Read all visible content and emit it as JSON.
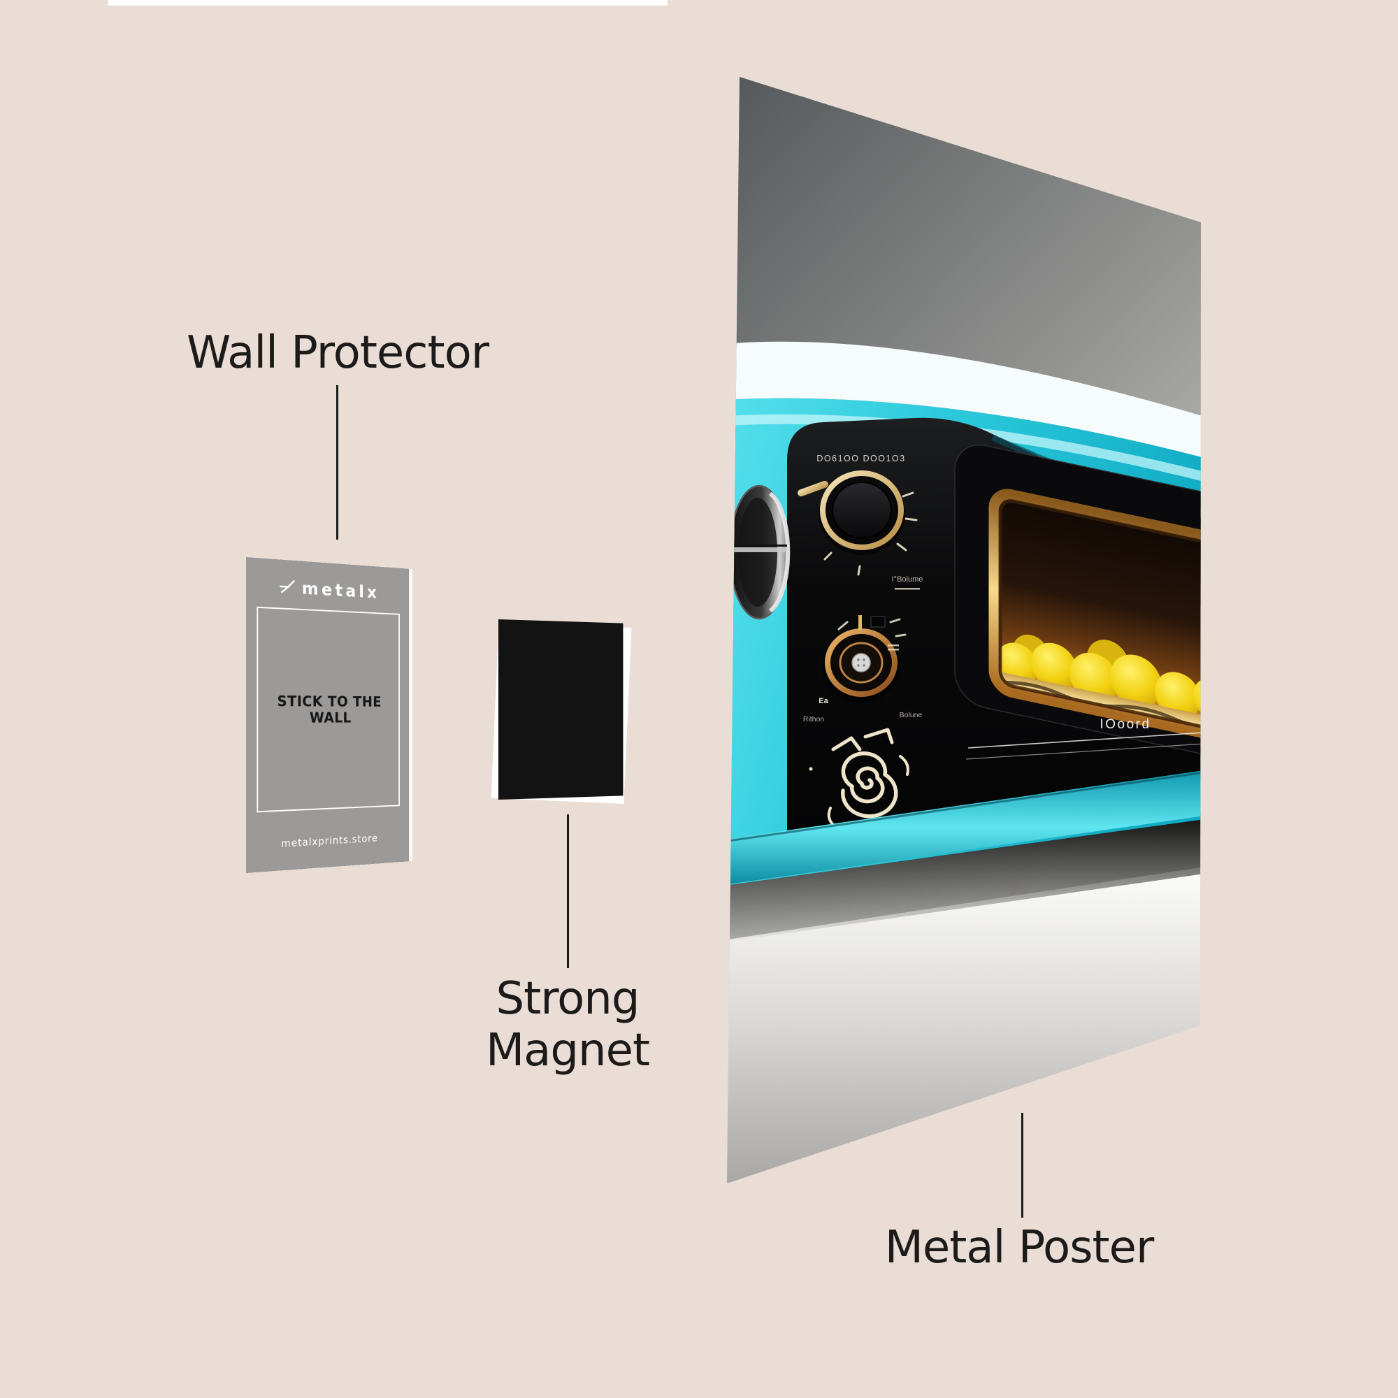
{
  "canvas": {
    "background": "#e9ddd5",
    "top_strip_color": "#ffffff"
  },
  "annotations": {
    "wall_protector": "Wall Protector",
    "strong_magnet": "Strong Magnet",
    "metal_poster": "Metal Poster"
  },
  "card": {
    "brand": "metalx",
    "message": "STICK TO THE WALL",
    "website": "metalxprints.store",
    "card_color": "#9b9a99"
  },
  "magnet": {
    "color": "#131313"
  },
  "poster_art": {
    "panel_top_code": "DO61OO  DOO1O3",
    "panel_dial_label": "I°Bolume",
    "panel_small_left": "Ea",
    "panel_caption_left": "Rithon",
    "panel_caption_right": "Bolune",
    "oven_brand": "IOoord"
  },
  "colors": {
    "teal": "#2cc9dc",
    "gold": "#e0a851",
    "lemon": "#f4d81c",
    "label_text": "#1d1b1a",
    "wall_gray": "#8f908e",
    "floor_light": "#f6f6f4"
  }
}
